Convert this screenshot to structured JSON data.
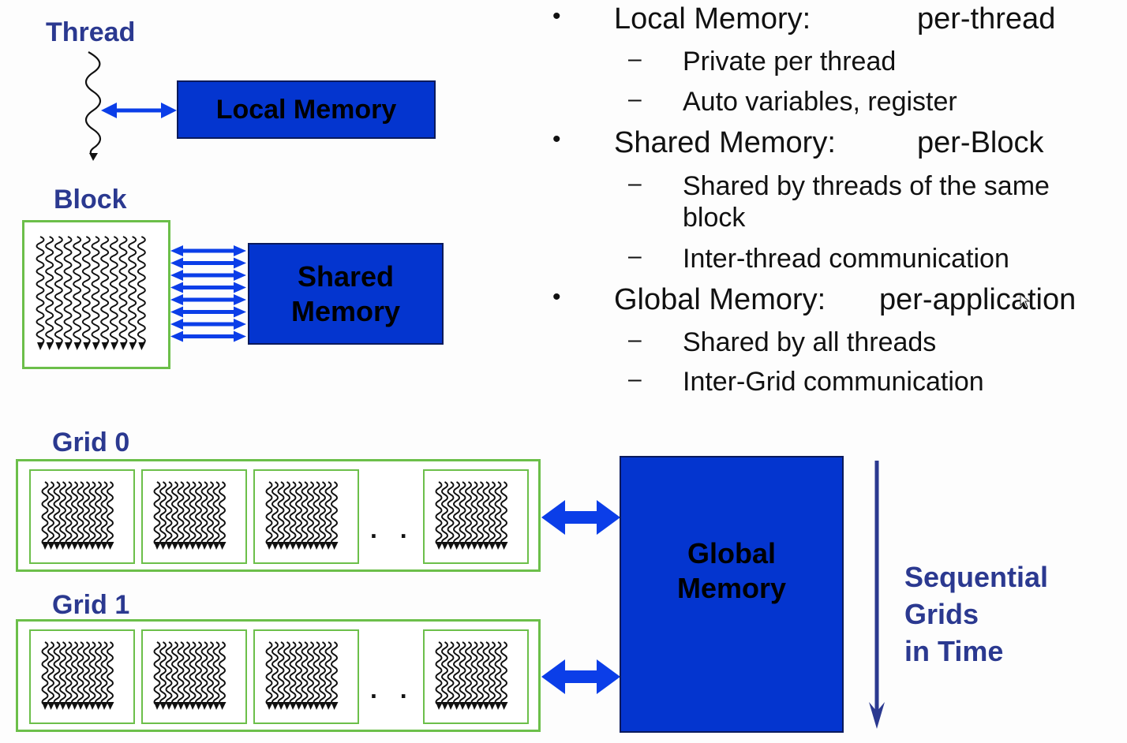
{
  "diagram": {
    "thread_label": "Thread",
    "block_label": "Block",
    "local_memory_label": "Local Memory",
    "shared_memory_label_line1": "Shared",
    "shared_memory_label_line2": "Memory",
    "global_memory_label_line1": "Global",
    "global_memory_label_line2": "Memory",
    "grids": [
      {
        "label": "Grid 0",
        "blocks_shown": 4,
        "ellipsis": ". . ."
      },
      {
        "label": "Grid 1",
        "blocks_shown": 4,
        "ellipsis": ". . ."
      }
    ],
    "time_label": [
      "Sequential",
      "Grids",
      "in Time"
    ],
    "shared_arrow_count": 8,
    "colors": {
      "memory_box": "#0435cf",
      "arrow": "#0b3ee8",
      "block_border": "#6cbf4a",
      "label_text": "#2b3990"
    }
  },
  "bullets": [
    {
      "title": "Local Memory:",
      "scope": "per-thread",
      "sub": [
        "Private per thread",
        "Auto variables, register"
      ]
    },
    {
      "title": "Shared Memory:",
      "scope": "per-Block",
      "sub": [
        "Shared by threads of the same block",
        "Inter-thread communication"
      ]
    },
    {
      "title": "Global Memory:",
      "scope": "per-application",
      "sub": [
        "Shared by all threads",
        "Inter-Grid communication"
      ]
    }
  ],
  "bullet_markers": {
    "level1": "•",
    "level2": "–"
  }
}
